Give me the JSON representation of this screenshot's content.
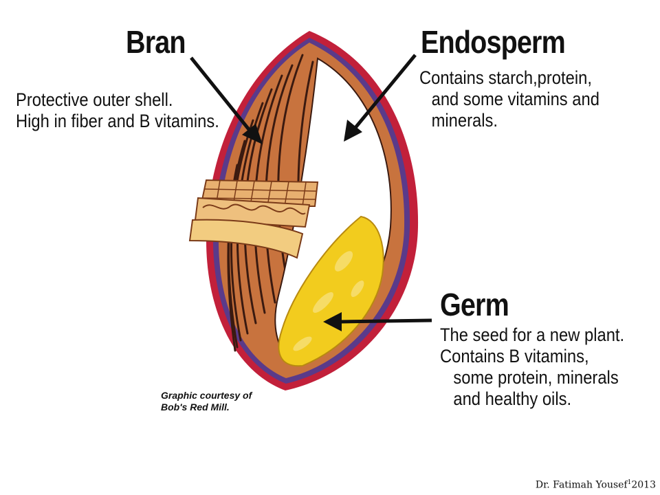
{
  "bran": {
    "title": "Bran",
    "lines": [
      "Protective outer shell.",
      "High in fiber and B vitamins."
    ]
  },
  "endosperm": {
    "title": "Endosperm",
    "lines": [
      "Contains starch,protein,",
      "and some vitamins and",
      "minerals."
    ]
  },
  "germ": {
    "title": "Germ",
    "lines": [
      "The seed for a new plant.",
      "Contains B vitamins,",
      "some protein, minerals",
      "and healthy oils."
    ]
  },
  "credit": {
    "lines": [
      "Graphic courtesy of",
      "Bob's Red Mill."
    ]
  },
  "footer": {
    "author": "Dr. Fatimah Yousef",
    "page": "1",
    "year": "2013"
  },
  "colors": {
    "outer_rim": "#c2203a",
    "purple_layer": "#5a3a8a",
    "bran": "#c8733e",
    "bran_stripes": "#3a1a10",
    "endosperm": "#ffffff",
    "germ": "#f2cc1e",
    "flap": "#e8b070"
  }
}
